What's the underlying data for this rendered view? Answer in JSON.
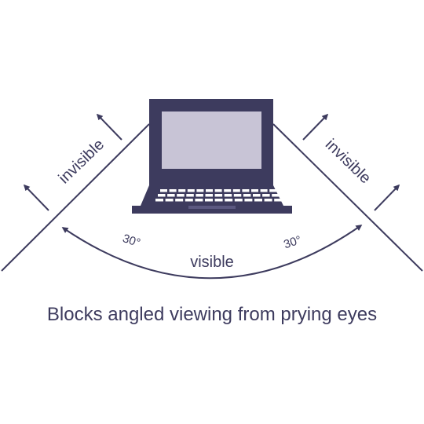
{
  "diagram": {
    "labels": {
      "left_zone": "invisible",
      "right_zone": "invisible",
      "center_zone": "visible",
      "left_angle": "30°",
      "right_angle": "30°"
    },
    "caption": "Blocks angled viewing from prying eyes",
    "icons": [
      "laptop-icon"
    ]
  },
  "colors": {
    "ink": "#3d3b5e",
    "screen": "#c8c4d6",
    "background": "#ffffff"
  }
}
